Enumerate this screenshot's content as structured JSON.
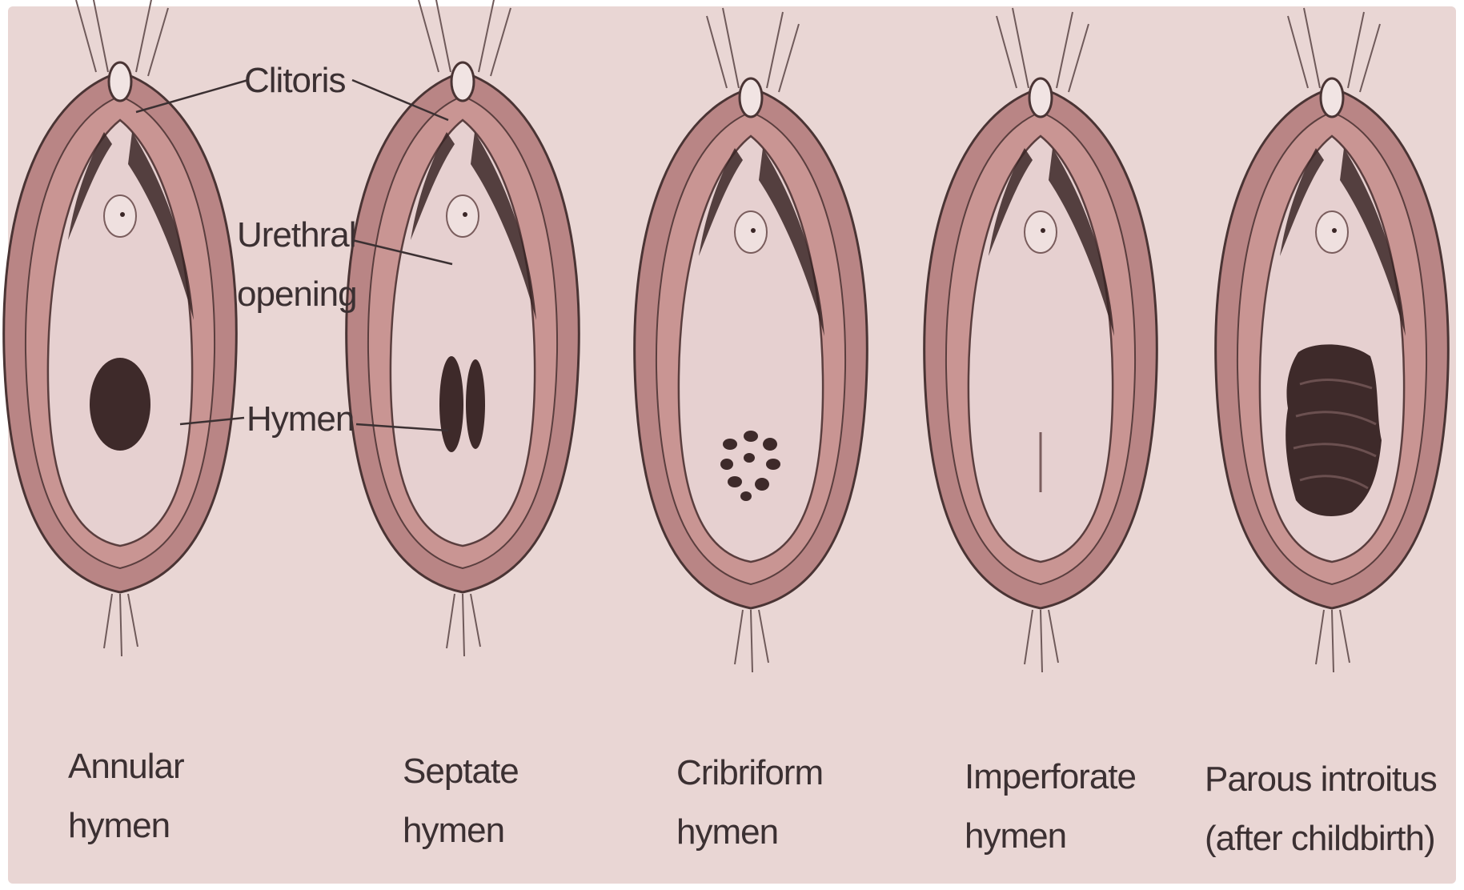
{
  "figure": {
    "callouts": {
      "clitoris": "Clitoris",
      "urethral_opening_line1": "Urethral",
      "urethral_opening_line2": "opening",
      "hymen": "Hymen"
    },
    "panels": [
      {
        "id": "annular",
        "label_line1": "Annular",
        "label_line2": "hymen"
      },
      {
        "id": "septate",
        "label_line1": "Septate",
        "label_line2": "hymen"
      },
      {
        "id": "cribriform",
        "label_line1": "Cribriform",
        "label_line2": "hymen"
      },
      {
        "id": "imperforate",
        "label_line1": "Imperforate",
        "label_line2": "hymen"
      },
      {
        "id": "parous",
        "label_line1": "Parous introitus",
        "label_line2": "(after childbirth)"
      }
    ]
  },
  "colors": {
    "background": "#e9d6d4",
    "labia_outer": "#b98585",
    "vestibule": "#e6d0d0",
    "opening": "#3e2a2a"
  }
}
